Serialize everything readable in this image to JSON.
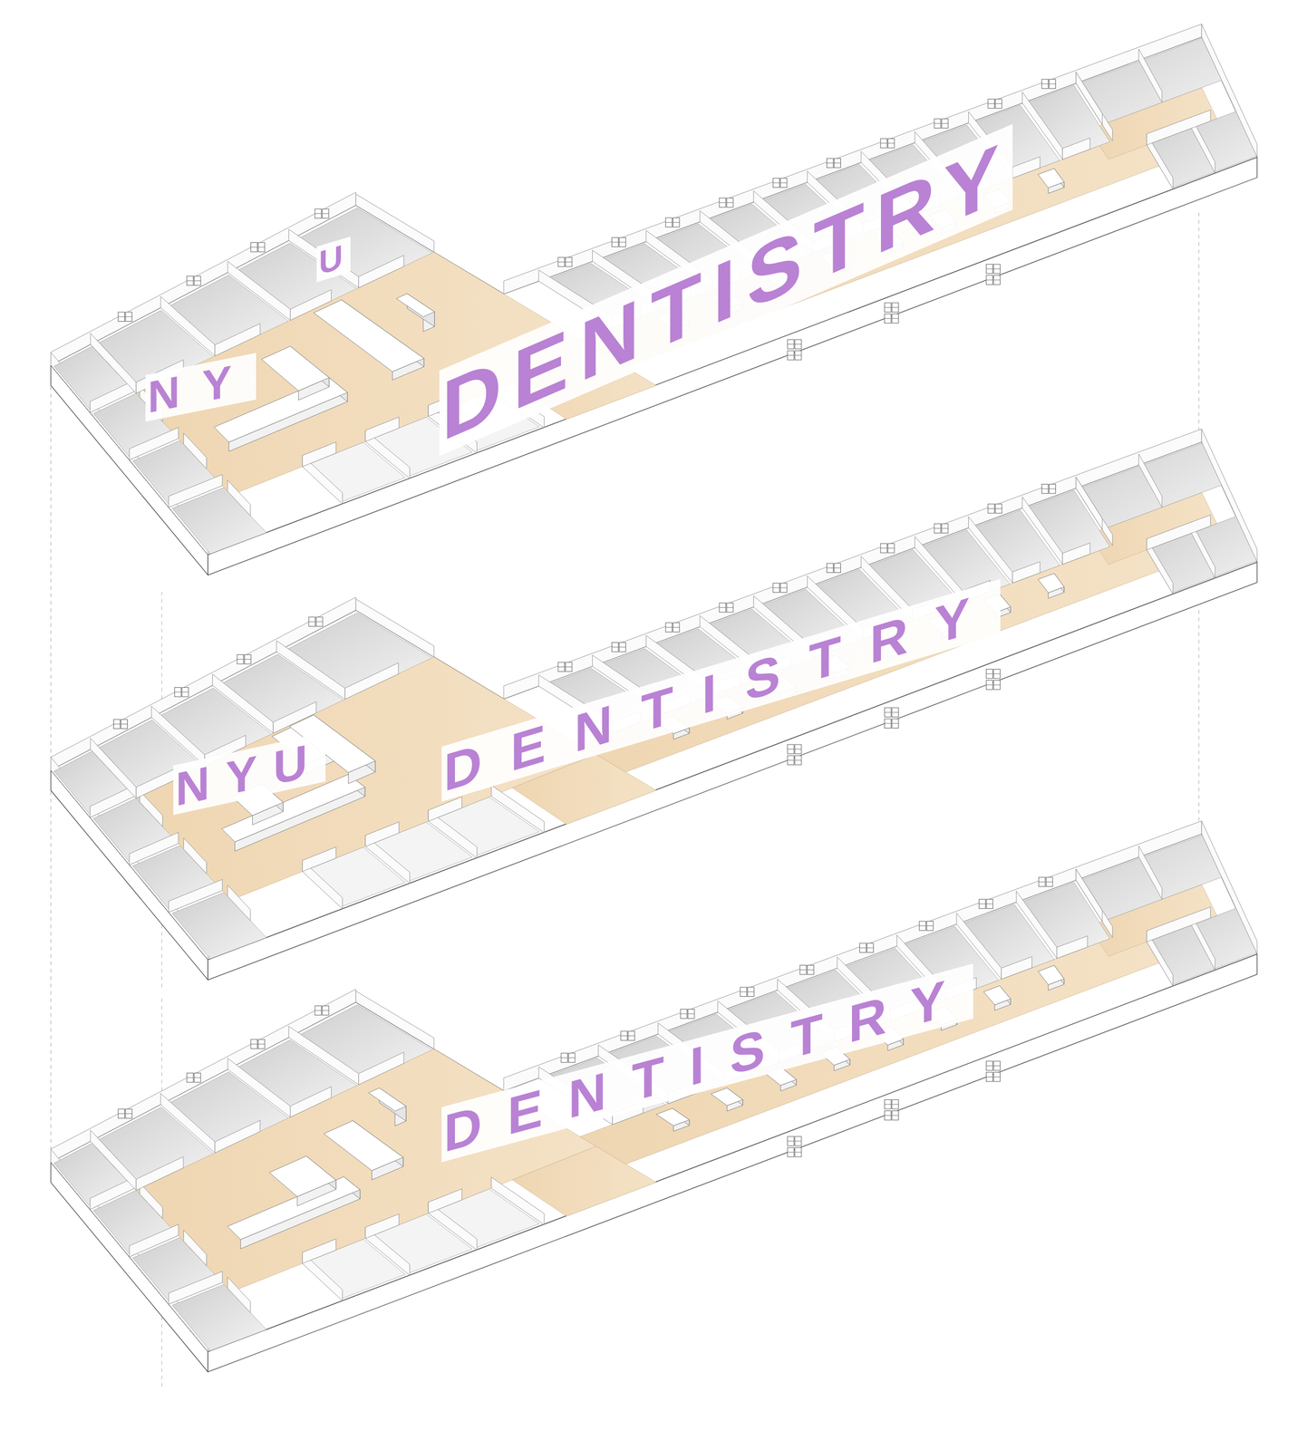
{
  "diagram": {
    "labels": [
      "NY",
      "U",
      "DENTISTRY",
      "NYU",
      "DENTISTRY",
      "DENTISTRY"
    ]
  }
}
